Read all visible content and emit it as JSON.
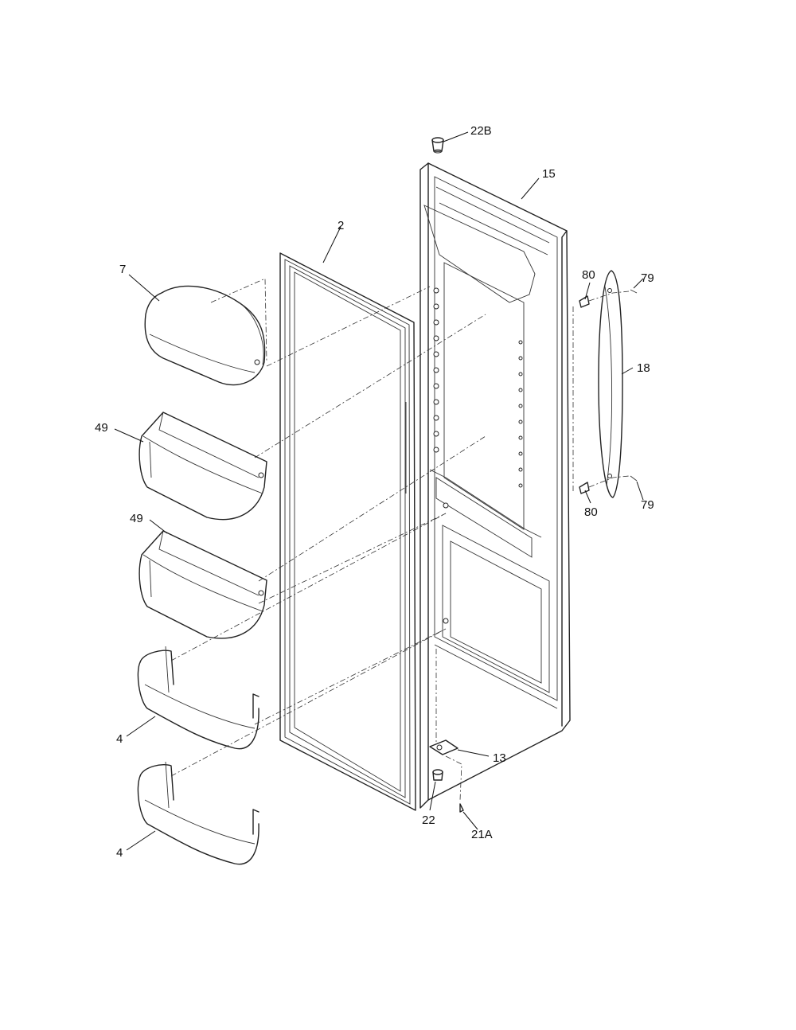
{
  "callouts": {
    "c22b": "22B",
    "c15": "15",
    "c2": "2",
    "c7": "7",
    "c80a": "80",
    "c79a": "79",
    "c18": "18",
    "c49a": "49",
    "c49b": "49",
    "c80b": "80",
    "c79b": "79",
    "c4a": "4",
    "c4b": "4",
    "c13": "13",
    "c22": "22",
    "c21a": "21A"
  }
}
